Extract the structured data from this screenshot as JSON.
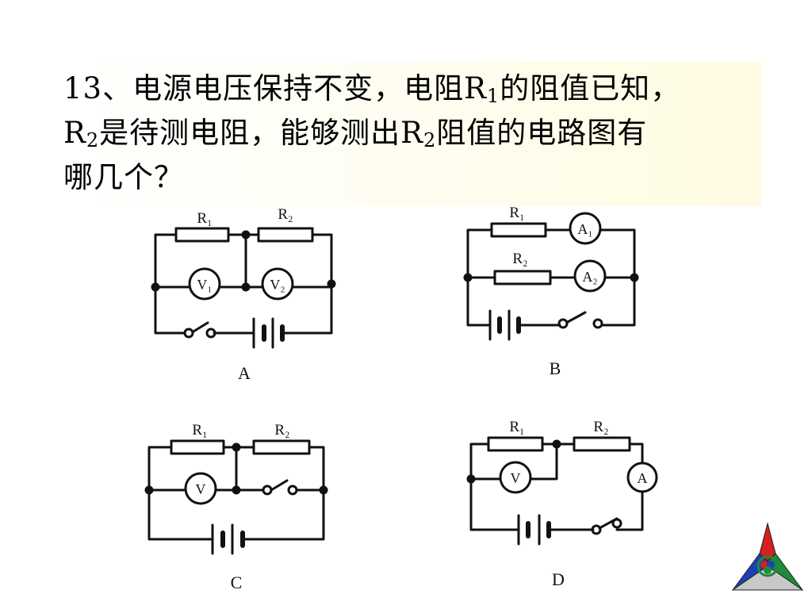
{
  "question": {
    "line1_a": "13、电源电压保持不变，电阻R",
    "line1_sub": "1",
    "line1_b": "的阻值已知，",
    "line2_a": "R",
    "line2_sub1": "2",
    "line2_b": "是待测电阻，能够测出R",
    "line2_sub2": "2",
    "line2_c": "阻值的电路图有",
    "line3": "哪几个？"
  },
  "circuits": {
    "A": {
      "caption": "A",
      "r1": "R₁",
      "r2": "R₂",
      "meter1": "V₁",
      "meter2": "V₂"
    },
    "B": {
      "caption": "B",
      "r1": "R₁",
      "r2": "R₂",
      "meter1": "A₁",
      "meter2": "A₂"
    },
    "C": {
      "caption": "C",
      "r1": "R₁",
      "r2": "R₂",
      "meter1": "V"
    },
    "D": {
      "caption": "D",
      "r1": "R₁",
      "r2": "R₂",
      "meter1": "V",
      "meter2": "A"
    }
  },
  "colors": {
    "ink": "#111111",
    "logo_red": "#d42020",
    "logo_blue": "#1f3fb8",
    "logo_green": "#1e8a3a"
  }
}
